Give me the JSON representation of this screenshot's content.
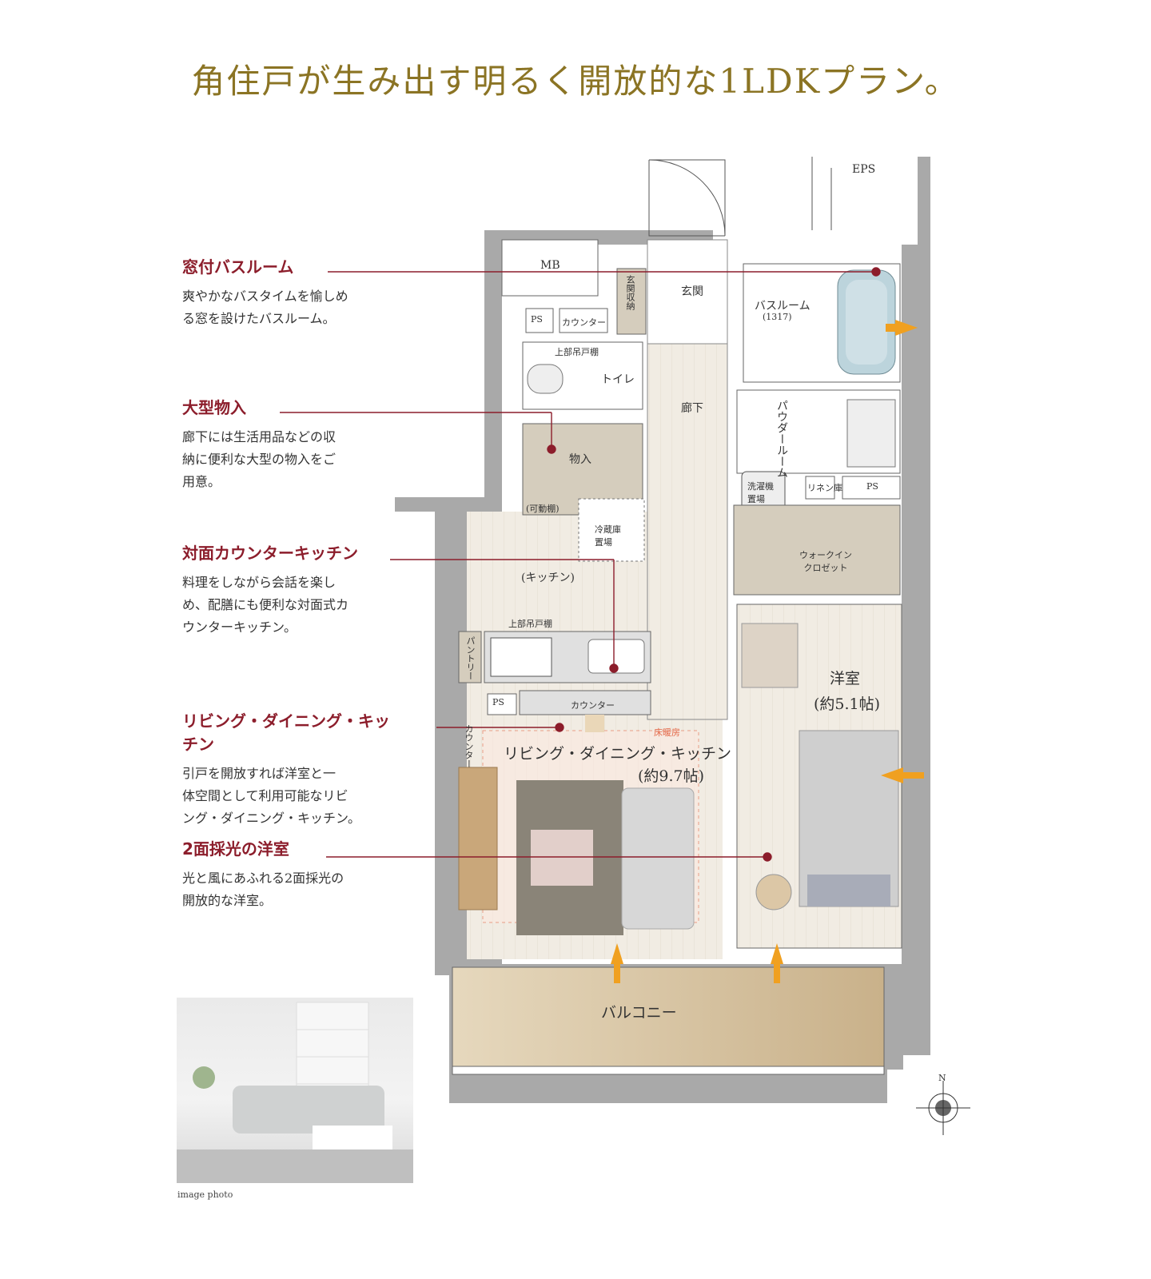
{
  "title": "角住戸が生み出す明るく開放的な1LDKプラン。",
  "features": [
    {
      "heading": "窓付バスルーム",
      "text": "爽やかなバスタイムを愉しめ\nる窓を設けたバスルーム。"
    },
    {
      "heading": "大型物入",
      "text": "廊下には生活用品などの収\n納に便利な大型の物入をご\n用意。"
    },
    {
      "heading": "対面カウンターキッチン",
      "text": "料理をしながら会話を楽し\nめ、配膳にも便利な対面式カ\nウンターキッチン。"
    },
    {
      "heading": "リビング・ダイニング・キッチン",
      "text": "引戸を開放すれば洋室と一\n体空間として利用可能なリビ\nング・ダイニング・キッチン。"
    },
    {
      "heading": "2面採光の洋室",
      "text": "光と風にあふれる2面採光の\n開放的な洋室。"
    }
  ],
  "plan": {
    "eps": "EPS",
    "mb": "MB",
    "entrance_storage": "玄関収納",
    "entrance": "玄関",
    "ps": "PS",
    "counter": "カウンター",
    "bathroom": "バスルーム",
    "bathroom_size": "(1317)",
    "upper_shelf": "上部吊戸棚",
    "toilet": "トイレ",
    "corridor": "廊下",
    "powder_room": "パウダールーム",
    "storage": "物入",
    "movable_shelf": "(可動棚)",
    "washer": "洗濯機\n置場",
    "linen": "リネン庫",
    "fridge": "冷蔵庫\n置場",
    "kitchen": "(キッチン)",
    "walkin": "ウォークイン\nクロゼット",
    "pantry": "パントリー",
    "western_room": "洋室",
    "western_size": "(約5.1帖)",
    "floor_heating": "床暖房",
    "ldk": "リビング・ダイニング・キッチン",
    "ldk_size": "(約9.7帖)",
    "counter_vertical": "カウンター",
    "balcony": "バルコニー",
    "compass_n": "N"
  },
  "photo_caption": "image photo",
  "colors": {
    "title": "#8b7424",
    "heading": "#8c1d2b",
    "wall": "#a9a9a9",
    "storage": "#d5cdbd",
    "floor": "#f1ece3",
    "balcony": "#dccaa8",
    "arrow": "#f0a020",
    "leader": "#8c1d2b"
  }
}
